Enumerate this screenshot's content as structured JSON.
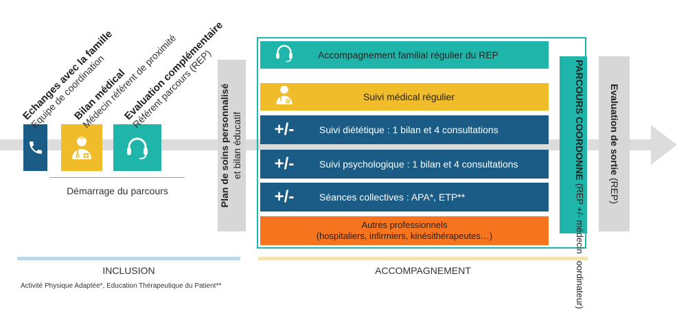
{
  "colors": {
    "teal": "#1fb5aa",
    "navy": "#1a5c85",
    "yellow": "#f0bc2a",
    "orange": "#f5741d",
    "grey": "#d7d7d7",
    "inclusion_line": "#b9dbe9",
    "accomp_line": "#f6e3b0"
  },
  "inclusion": {
    "steps": [
      {
        "title": "Echanges avec la famille",
        "subtitle": "Equipe de coordination",
        "icon": "phone-icon"
      },
      {
        "title": "Bilan médical",
        "subtitle": "Médecin référent de proximité",
        "icon": "doctor-icon"
      },
      {
        "title": "Evaluation complémentaire",
        "subtitle": "Référent parcours (REP)",
        "icon": "headset-icon"
      }
    ],
    "start_label": "Démarrage du parcours",
    "section_label": "INCLUSION"
  },
  "care_plan": {
    "line1": "Plan de soins personnalisé",
    "line2": "et bilan éducatif"
  },
  "accompagnement": {
    "rows": [
      {
        "label": "Accompagnement familial régulier du REP",
        "icon": "headset-icon"
      },
      {
        "label": "Suivi médical régulier",
        "icon": "doctor-icon"
      },
      {
        "label": "Suivi diététique : 1 bilan et 4 consultations",
        "symbol": "+/-"
      },
      {
        "label": "Suivi psychologique : 1 bilan et 4 consultations",
        "symbol": "+/-"
      },
      {
        "label": "Séances collectives : APA*, ETP**",
        "symbol": "+/-"
      },
      {
        "line1": "Autres professionnels",
        "line2": "(hospitaliers, infirmiers, kinésithérapeutes…)"
      }
    ],
    "section_label": "ACCOMPAGNEMENT"
  },
  "coordinated": {
    "title": "PARCOURS COORDONNE",
    "subtitle": "(REP +/- médecin coordinateur)"
  },
  "exit": {
    "title": "Evaluation de sortie",
    "subtitle": "(REP)"
  },
  "footnote": "Activité Physique Adaptée*, Education Thérapeutique du Patient**"
}
